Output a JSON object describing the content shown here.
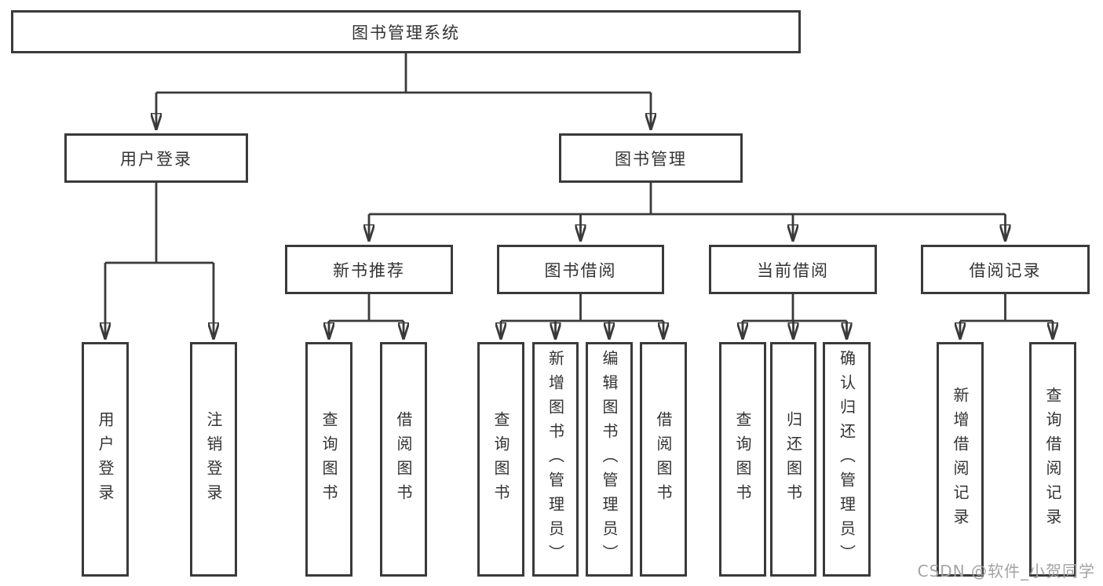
{
  "diagram": {
    "root": {
      "label": "图书管理系统"
    },
    "level2": [
      {
        "label": "用户登录"
      },
      {
        "label": "图书管理"
      }
    ],
    "level3": [
      {
        "label": "新书推荐"
      },
      {
        "label": "图书借阅"
      },
      {
        "label": "当前借阅"
      },
      {
        "label": "借阅记录"
      }
    ],
    "leaves": {
      "user_login": [
        "用户登录",
        "注销登录"
      ],
      "new_book_recommend": [
        "查询图书",
        "借阅图书"
      ],
      "book_borrow": [
        "查询图书",
        "新增图书（管理员）",
        "编辑图书（管理员）",
        "借阅图书"
      ],
      "current_borrow": [
        "查询图书",
        "归还图书",
        "确认归还（管理员）"
      ],
      "borrow_record": [
        "新增借阅记录",
        "查询借阅记录"
      ]
    }
  },
  "watermark": {
    "text": "CSDN @软件_小贺同学"
  },
  "colors": {
    "line": "#3a3a3a",
    "box_border": "#3a3a3a",
    "text": "#333333",
    "watermark": "#a3a3a3",
    "background": "#ffffff"
  }
}
